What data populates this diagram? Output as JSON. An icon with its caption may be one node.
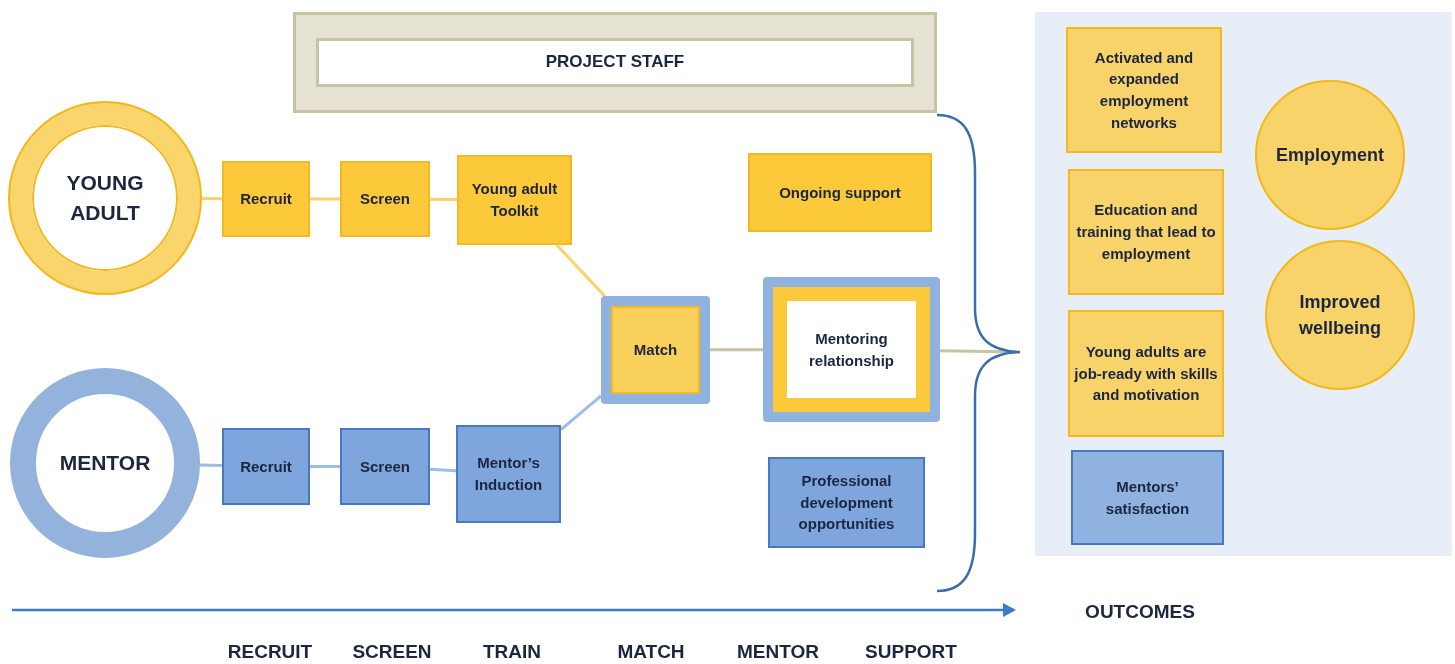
{
  "diagram": {
    "nodes": [
      {
        "text": [
          "PROJECT STAFF"
        ]
      },
      {
        "text": [
          "YOUNG ADULT"
        ]
      },
      {
        "text": [
          "Recruit"
        ]
      },
      {
        "text": [
          "Screen"
        ]
      },
      {
        "text": [
          "Young adult Toolkit"
        ]
      },
      {
        "text": [
          "Ongoing support"
        ]
      },
      {
        "text": [
          "MENTOR"
        ]
      },
      {
        "text": [
          "Recruit"
        ]
      },
      {
        "text": [
          "Screen"
        ]
      },
      {
        "text": [
          "Mentor’s Induction"
        ]
      },
      {
        "text": [
          "Match"
        ]
      },
      {
        "text": [
          "Mentoring relationship"
        ]
      },
      {
        "text": [
          "Professional development opportunities"
        ]
      },
      {
        "text": [],
        "shape": "brace"
      },
      {
        "text": [],
        "shape": "box"
      },
      {
        "text": [
          "Activated and expanded employment networks"
        ],
        "in": 14
      },
      {
        "text": [
          "Education and training that lead to employment"
        ],
        "in": 14
      },
      {
        "text": [
          "Young adults are job-ready with skills and motivation"
        ],
        "in": 14
      },
      {
        "text": [
          "Mentors’ satisfaction"
        ],
        "in": 14
      },
      {
        "text": [
          "Employment"
        ],
        "in": 14
      },
      {
        "text": [
          "Improved wellbeing"
        ],
        "in": 14
      }
    ],
    "edges": [
      {
        "from": 1,
        "to": 2,
        "arrow": "none",
        "color": "#f7d36a"
      },
      {
        "from": 2,
        "to": 3,
        "arrow": "none",
        "color": "#f7d36a"
      },
      {
        "from": 3,
        "to": 4,
        "arrow": "none",
        "color": "#f7d36a"
      },
      {
        "from": 4,
        "to": 10,
        "arrow": "none",
        "color": "#f7d36a"
      },
      {
        "from": 6,
        "to": 7,
        "arrow": "none",
        "color": "#9dbce6"
      },
      {
        "from": 7,
        "to": 8,
        "arrow": "none",
        "color": "#9dbce6"
      },
      {
        "from": 8,
        "to": 9,
        "arrow": "none",
        "color": "#9dbce6"
      },
      {
        "from": 9,
        "to": 10,
        "arrow": "none",
        "color": "#9dbce6"
      },
      {
        "from": 10,
        "to": 11,
        "arrow": "none",
        "color": "#c8c3a5"
      },
      {
        "from": 11,
        "to": 13,
        "arrow": "none",
        "color": "#c8c3a5"
      }
    ],
    "labels": [
      "OUTCOMES",
      "RECRUIT",
      "SCREEN",
      "TRAIN",
      "MATCH",
      "MENTOR",
      "SUPPORT"
    ]
  }
}
